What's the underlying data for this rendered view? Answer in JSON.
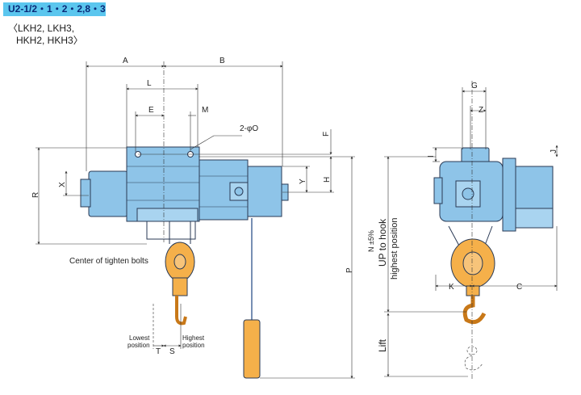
{
  "header": {
    "title": "U2-1/2・1・2・2,8・3"
  },
  "models": {
    "line1": "〈LKH2, LKH3,",
    "line2": "HKH2, HKH3〉"
  },
  "dimensions": {
    "A": "A",
    "B": "B",
    "L": "L",
    "E": "E",
    "M": "M",
    "O": "2-φO",
    "F": "F",
    "H": "H",
    "Y": "Y",
    "X": "X",
    "R": "R",
    "P": "P",
    "T": "T",
    "S": "S",
    "G": "G",
    "Z": "Z",
    "I": "I",
    "J": "J",
    "K": "K",
    "C": "C"
  },
  "annotations": {
    "center_tighten": "Center of tighten bolts",
    "lowest_1": "Lowest",
    "lowest_2": "position",
    "highest_1": "Highest",
    "highest_2": "position",
    "up_hook_1": "UP to hook",
    "up_hook_2": "highest position",
    "tolerance": "N ±5%",
    "lift": "Lift"
  },
  "colors": {
    "body": "#8ec4e8",
    "hook": "#f5b04a",
    "header": "#5bc6ee"
  }
}
